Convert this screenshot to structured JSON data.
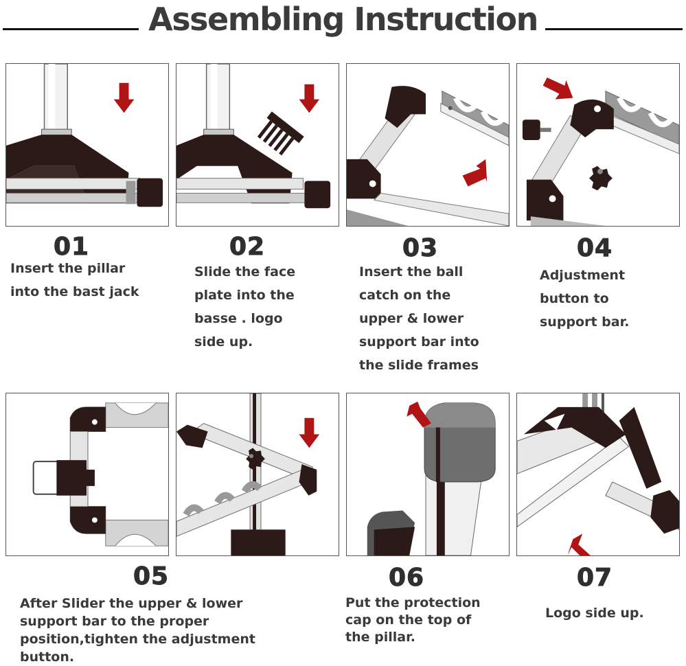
{
  "title": "Assembling Instruction",
  "steps": [
    {
      "number": "01",
      "text": "Insert the pillar\ninto the bast jack"
    },
    {
      "number": "02",
      "text": "Slide the face\nplate into the\nbasse . logo\nside up."
    },
    {
      "number": "03",
      "text": "Insert the ball\ncatch on the\nupper & lower\nsupport bar into\nthe slide frames"
    },
    {
      "number": "04",
      "text": "Adjustment\nbutton to\nsupport bar."
    },
    {
      "number": "05",
      "text": "After Slider the upper & lower\nsupport bar to the proper\nposition,tighten the adjustment\nbutton."
    },
    {
      "number": "06",
      "text": "Put the protection\ncap on the top of\nthe pillar."
    },
    {
      "number": "07",
      "text": "Logo side up."
    }
  ],
  "colors": {
    "arrow": "#b01414",
    "plastic": "#2b1a18",
    "metal": "#d8d8d8",
    "text": "#3a3a3a"
  }
}
